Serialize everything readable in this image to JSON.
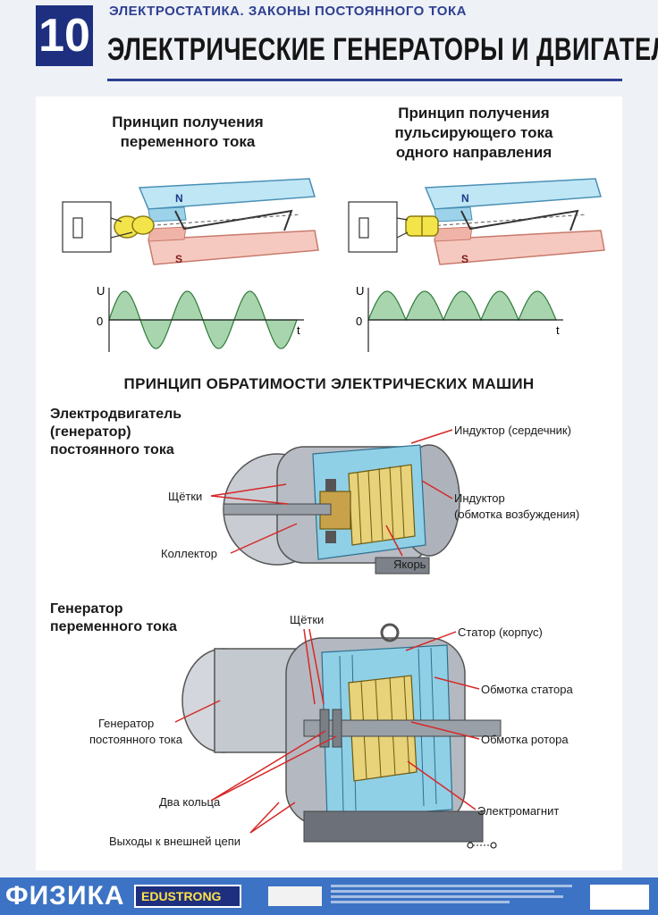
{
  "header": {
    "number": "10",
    "subtitle": "ЭЛЕКТРОСТАТИКА. ЗАКОНЫ ПОСТОЯННОГО ТОКА",
    "title": "ЭЛЕКТРИЧЕСКИЕ ГЕНЕРАТОРЫ И ДВИГАТЕЛИ"
  },
  "top_left": {
    "caption_line1": "Принцип получения",
    "caption_line2": "переменного тока",
    "pole_n": "N",
    "pole_s": "S",
    "axis_u": "U",
    "axis_zero": "0",
    "axis_t": "t"
  },
  "top_right": {
    "caption_line1": "Принцип получения",
    "caption_line2": "пульсирующего тока",
    "caption_line3": "одного направления",
    "pole_n": "N",
    "pole_s": "S",
    "axis_u": "U",
    "axis_zero": "0",
    "axis_t": "t"
  },
  "reversibility": {
    "title": "ПРИНЦИП ОБРАТИМОСТИ ЭЛЕКТРИЧЕСКИХ МАШИН"
  },
  "dc_machine": {
    "caption_line1": "Электродвигатель",
    "caption_line2": "(генератор)",
    "caption_line3": "постоянного тока",
    "label_inductor_core": "Индуктор (сердечник)",
    "label_brushes": "Щётки",
    "label_inductor_winding_1": "Индуктор",
    "label_inductor_winding_2": "(обмотка возбуждения)",
    "label_collector": "Коллектор",
    "label_armature": "Якорь"
  },
  "ac_generator": {
    "caption_line1": "Генератор",
    "caption_line2": "переменного тока",
    "label_brushes": "Щётки",
    "label_stator_case": "Статор (корпус)",
    "label_stator_winding": "Обмотка статора",
    "label_dc_gen_1": "Генератор",
    "label_dc_gen_2": "постоянного тока",
    "label_rotor_winding": "Обмотка ротора",
    "label_two_rings": "Два кольца",
    "label_electromagnet": "Электромагнит",
    "label_outputs": "Выходы к внешней цепи"
  },
  "footer": {
    "brand": "ФИЗИКА",
    "logo": "EDUSTRONG"
  },
  "colors": {
    "header_blue": "#1d2f7e",
    "footer_blue": "#3d73c4",
    "wave_fill": "#a8d5ae",
    "pole_n": "#bfe6f5",
    "pole_s": "#f6c9c0",
    "leader_red": "#d62828"
  }
}
